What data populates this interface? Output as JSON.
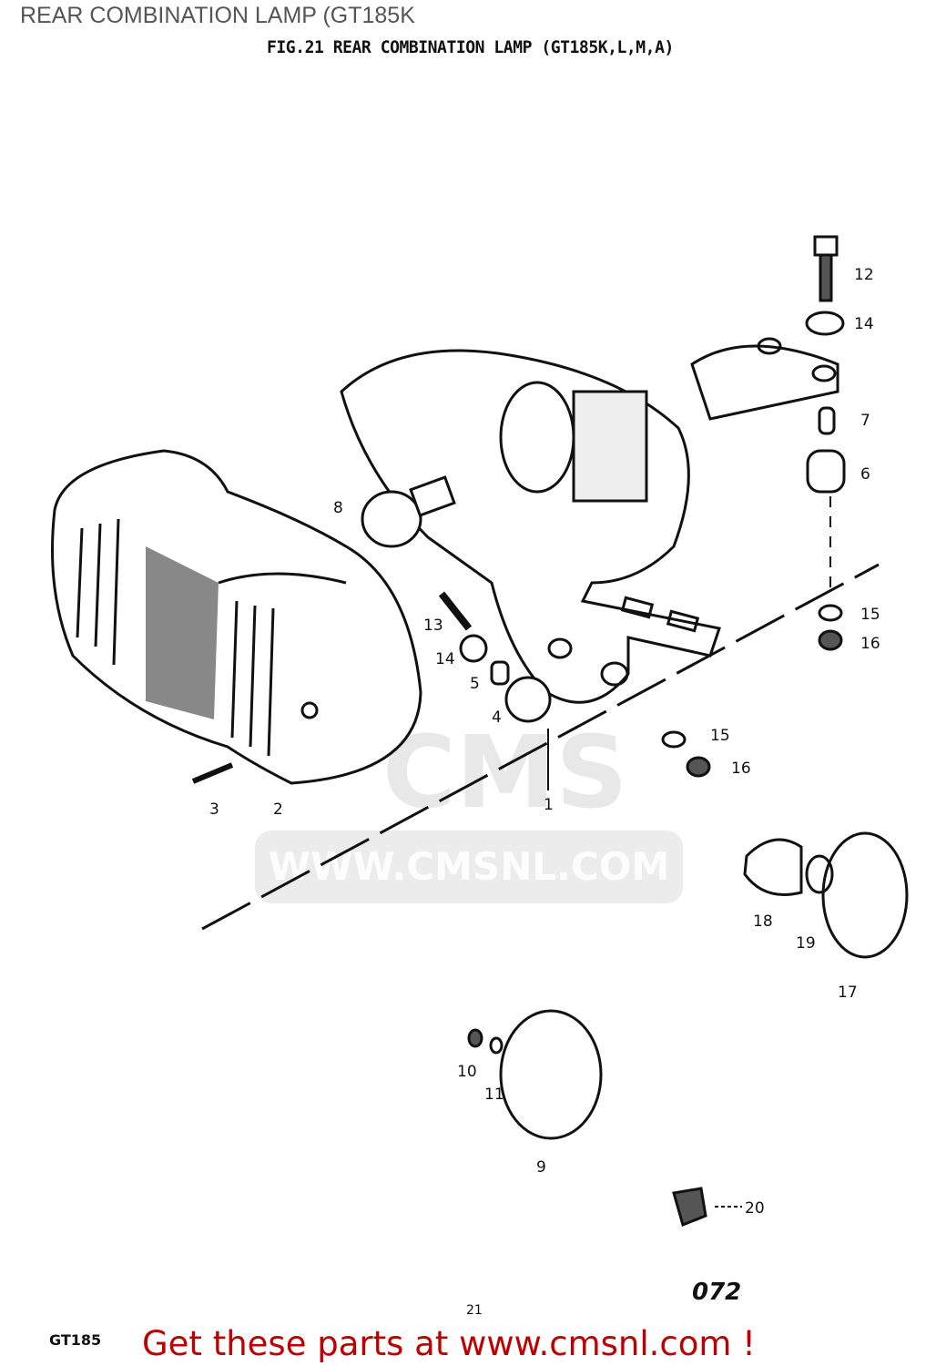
{
  "overlay_title": "REAR COMBINATION LAMP (GT185K",
  "figure_title": "FIG.21  REAR COMBINATION LAMP (GT185K,L,M,A)",
  "watermark": {
    "logo": "CMS",
    "url": "WWW.CMSNL.COM"
  },
  "callouts": [
    "12",
    "14",
    "7",
    "6",
    "8",
    "13",
    "14",
    "5",
    "4",
    "15",
    "16",
    "15",
    "16",
    "1",
    "3",
    "2",
    "18",
    "19",
    "17",
    "10",
    "11",
    "9",
    "20"
  ],
  "footer": {
    "model": "GT185",
    "sub": "21",
    "page": "072",
    "promo": "Get these parts at www.cmsnl.com !"
  },
  "colors": {
    "promo": "#c00000",
    "line_art": "#111111"
  }
}
